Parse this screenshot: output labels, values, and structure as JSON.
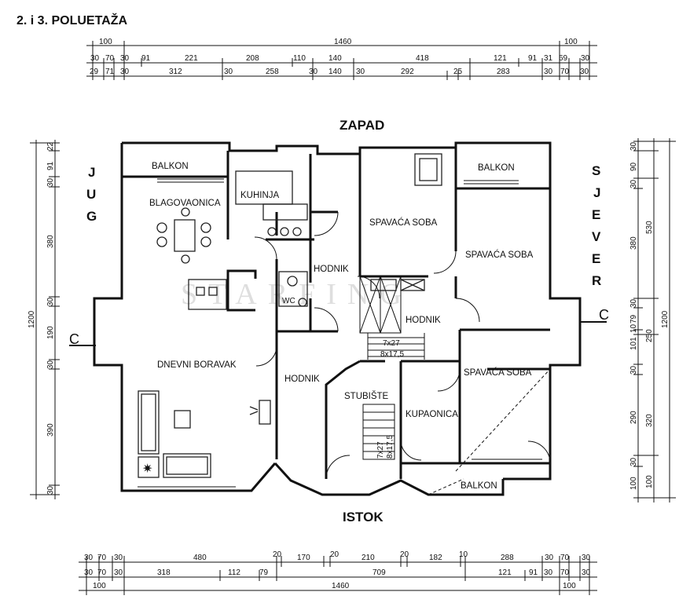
{
  "title": "2. i 3. POLUETAŽA",
  "directions": {
    "west": "ZAPAD",
    "east": "ISTOK",
    "south_letters": [
      "J",
      "U",
      "G"
    ],
    "north_letters": [
      "S",
      "J",
      "E",
      "V",
      "E",
      "R"
    ]
  },
  "section_marks": {
    "left": "C",
    "right": "C"
  },
  "watermark": "STARFING",
  "rooms": {
    "balkon_sw": "BALKON",
    "blagovaonica": "BLAGOVAONICA",
    "kuhinja": "KUHINJA",
    "hodnik_1": "HODNIK",
    "wc": "WC",
    "dnevni_boravak": "DNEVNI BORAVAK",
    "hodnik_2": "HODNIK",
    "stubiste": "STUBIŠTE",
    "kupaonica": "KUPAONICA",
    "spavaca_1": "SPAVAĆA SOBA",
    "balkon_nw": "BALKON",
    "spavaca_2": "SPAVAĆA SOBA",
    "hodnik_3": "HODNIK",
    "spavaca_3": "SPAVAĆA SOBA",
    "balkon_e": "BALKON",
    "stair_1a": "7x27",
    "stair_1b": "8x17,5",
    "stair_2a": "7x27",
    "stair_2b": "8x17,5"
  },
  "dims": {
    "top_row1": [
      "100",
      "1460",
      "100"
    ],
    "top_row2": [
      "30",
      "70",
      "30",
      "91",
      "221",
      "208",
      "110",
      "140",
      "418",
      "121",
      "91",
      "31",
      "69",
      "30"
    ],
    "top_row3": [
      "29",
      "71",
      "30",
      "312",
      "30",
      "258",
      "30",
      "140",
      "30",
      "292",
      "25",
      "283",
      "30",
      "70",
      "30"
    ],
    "bottom_row1": [
      "30",
      "70",
      "30",
      "480",
      "20",
      "170",
      "20",
      "210",
      "20",
      "182",
      "10",
      "288",
      "30",
      "70",
      "30"
    ],
    "bottom_row2": [
      "30",
      "70",
      "30",
      "318",
      "112",
      "79",
      "709",
      "121",
      "91",
      "30",
      "70",
      "30"
    ],
    "bottom_row3": [
      "100",
      "1460",
      "100"
    ],
    "left_col1": [
      "1200"
    ],
    "left_col2": [
      "22",
      "91",
      "30",
      "380",
      "30",
      "190",
      "30",
      "390",
      "30"
    ],
    "right_col1": [
      "1200"
    ],
    "right_col2": [
      "530",
      "250",
      "320",
      "100"
    ],
    "right_col3": [
      "30",
      "90",
      "30",
      "380",
      "30",
      "79",
      "10",
      "101",
      "30",
      "290",
      "30",
      "100"
    ]
  }
}
